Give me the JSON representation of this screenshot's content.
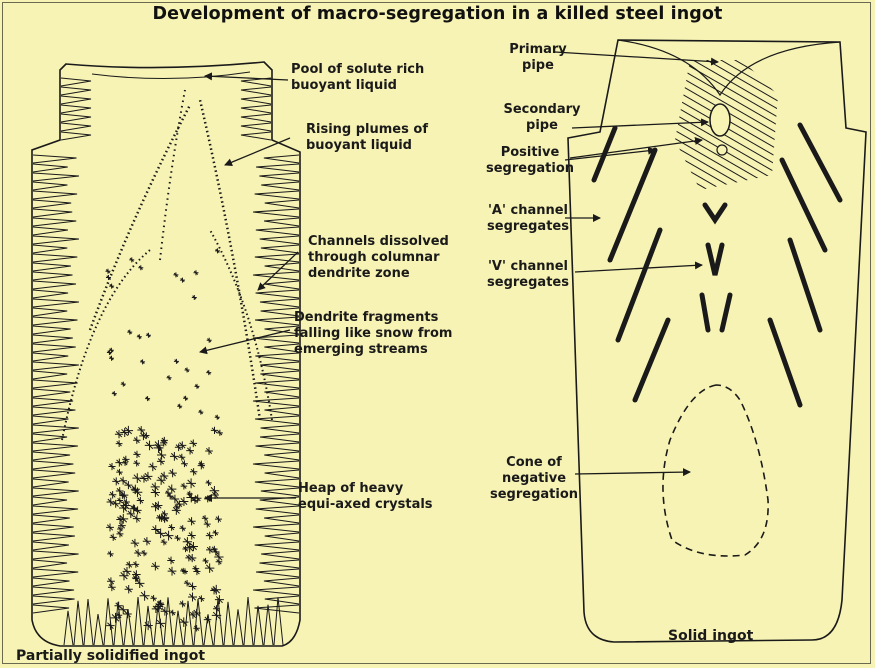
{
  "title": "Development of macro-segregation in a killed steel ingot",
  "left_ingot": {
    "caption": "Partially solidified ingot",
    "labels": {
      "pool": [
        "Pool of solute rich",
        "buoyant liquid"
      ],
      "plumes": [
        "Rising plumes of",
        "buoyant liquid"
      ],
      "channels": [
        "Channels dissolved",
        "through columnar",
        "dendrite zone"
      ],
      "fragments": [
        "Dendrite fragments",
        "falling like snow from",
        "emerging streams"
      ],
      "heap": [
        "Heap of heavy",
        "equi-axed crystals"
      ]
    }
  },
  "right_ingot": {
    "caption": "Solid ingot",
    "labels": {
      "primary_pipe": [
        "Primary",
        "pipe"
      ],
      "secondary_pipe": [
        "Secondary",
        "pipe"
      ],
      "positive_seg": [
        "Positive",
        "segregation"
      ],
      "a_channel": [
        "'A' channel",
        "segregates"
      ],
      "v_channel": [
        "'V' channel",
        "segregates"
      ],
      "cone": [
        "Cone of",
        "negative",
        "segregation"
      ]
    }
  },
  "colors": {
    "background": "#f7f3b4",
    "ink": "#1a1a1a"
  }
}
